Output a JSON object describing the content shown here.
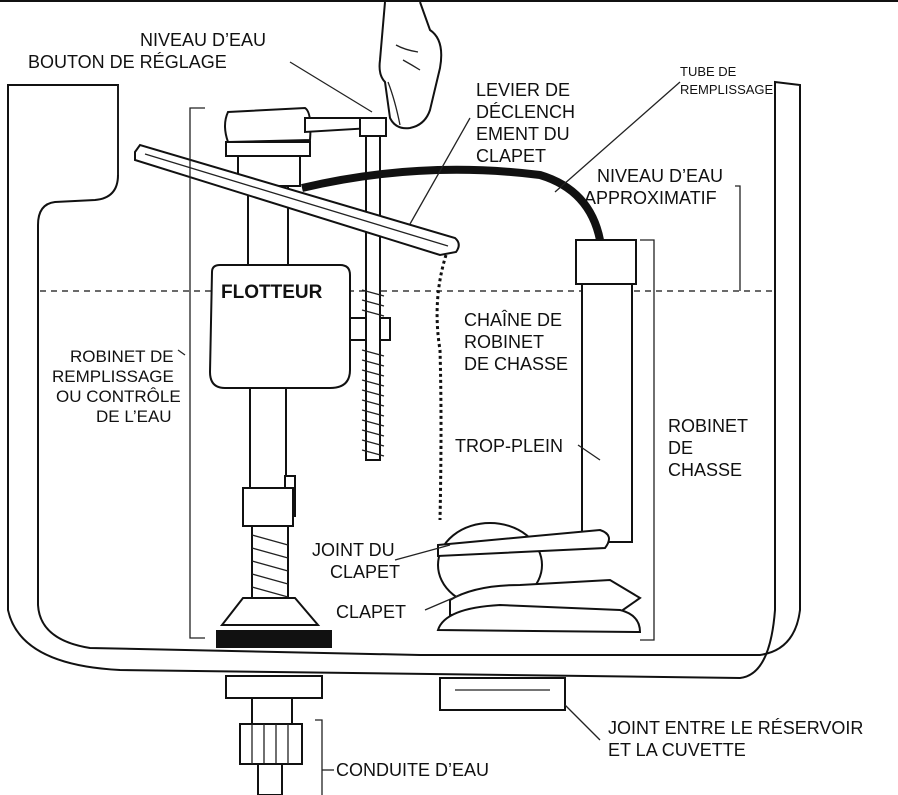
{
  "labels": {
    "niveau_deau_1": "NIVEAU D’EAU",
    "bouton_reglage": "BOUTON DE RÉGLAGE",
    "levier_1": "LEVIER DE",
    "levier_2": "DÉCLENCH",
    "levier_3": "EMENT DU",
    "levier_4": "CLAPET",
    "tube_1": "TUBE DE",
    "tube_2": "REMPLISSAGE",
    "niveau_approx_1": "NIVEAU D’EAU",
    "niveau_approx_2": "APPROXIMATIF",
    "flotteur": "FLOTTEUR",
    "chaine_1": "CHAÎNE DE",
    "chaine_2": "ROBINET",
    "chaine_3": "DE CHASSE",
    "robinet_remp_1": "ROBINET DE",
    "robinet_remp_2": "REMPLISSAGE",
    "robinet_remp_3": "OU CONTRÔLE",
    "robinet_remp_4": "DE L’EAU",
    "trop_plein": "TROP-PLEIN",
    "robinet_chasse_1": "ROBINET",
    "robinet_chasse_2": "DE",
    "robinet_chasse_3": "CHASSE",
    "joint_clapet_1": "JOINT DU",
    "joint_clapet_2": "CLAPET",
    "clapet": "CLAPET",
    "joint_reservoir_1": "JOINT ENTRE LE RÉSERVOIR",
    "joint_reservoir_2": "ET LA CUVETTE",
    "conduite": "CONDUITE D’EAU"
  }
}
